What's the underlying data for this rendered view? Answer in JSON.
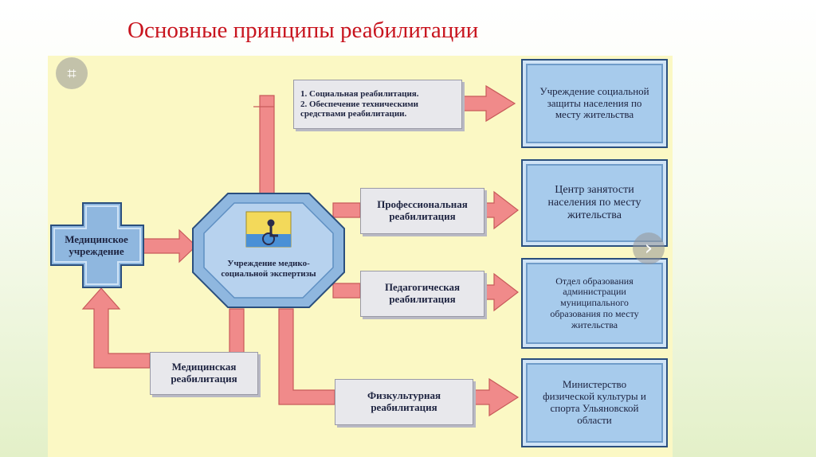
{
  "title": "Основные принципы реабилитации",
  "center": {
    "label": "Учреждение медико-социальной экспертизы"
  },
  "left": {
    "label": "Медицинское учреждение"
  },
  "medical_rehab": {
    "label": "Медицинская реабилитация"
  },
  "middle": [
    {
      "label": "1. Социальная реабилитация.\n2. Обеспечение техническими средствами реабилитации."
    },
    {
      "label": "Профессиональная реабилитация"
    },
    {
      "label": "Педагогическая реабилитация"
    },
    {
      "label": "Физкультурная реабилитация"
    }
  ],
  "right": [
    {
      "label": "Учреждение социальной защиты населения по месту жительства"
    },
    {
      "label": "Центр занятости населения по месту жительства"
    },
    {
      "label": "Отдел образования администрации муниципального образования по месту жительства"
    },
    {
      "label": "Министерство физической культуры и спорта Ульяновской области"
    }
  ],
  "colors": {
    "title": "#c8141e",
    "arrow": "#f08a8a",
    "arrow_stroke": "#c85a5a",
    "octagon": "#8fb7df",
    "panel": "#fbf8c4"
  },
  "icons": {
    "crop": "crop-icon",
    "next": "chevron-right-icon"
  }
}
